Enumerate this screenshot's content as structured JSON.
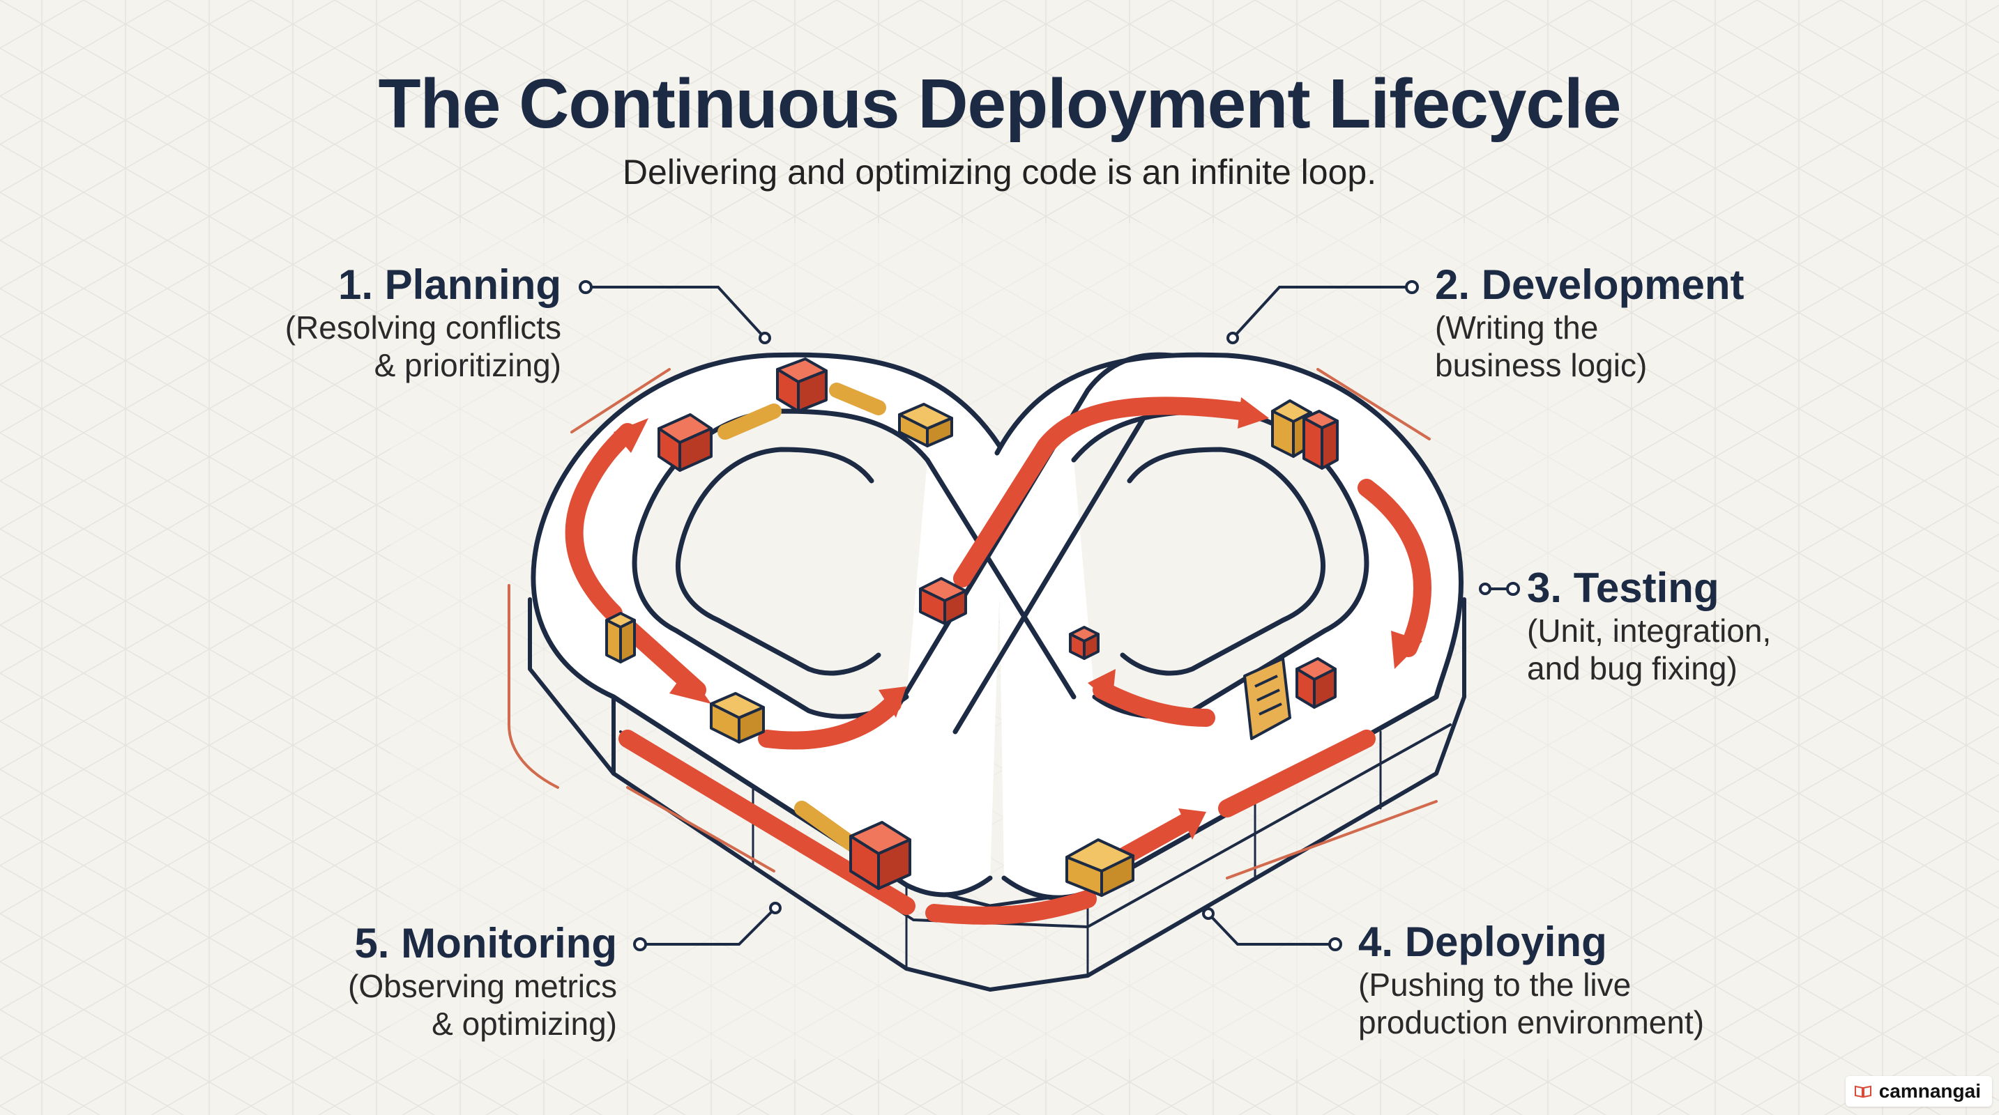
{
  "header": {
    "title": "The Continuous Deployment Lifecycle",
    "subtitle": "Delivering and optimizing code is an infinite loop."
  },
  "stages": [
    {
      "head": "1. Planning",
      "desc1": "(Resolving conflicts",
      "desc2": "& prioritizing)"
    },
    {
      "head": "2. Development",
      "desc1": "(Writing the",
      "desc2": "business logic)"
    },
    {
      "head": "3. Testing",
      "desc1": "(Unit, integration,",
      "desc2": "and bug fixing)"
    },
    {
      "head": "4. Deploying",
      "desc1": "(Pushing to the live",
      "desc2": "production environment)"
    },
    {
      "head": "5. Monitoring",
      "desc1": "(Observing metrics",
      "desc2": "& optimizing)"
    }
  ],
  "watermark": {
    "text": "camnangai",
    "icon": "book-icon"
  },
  "colors": {
    "navy": "#1c2a44",
    "track_red": "#e04e36",
    "box_red": "#d9472f",
    "box_yellow": "#e0a63c",
    "background": "#f4f3ee"
  }
}
